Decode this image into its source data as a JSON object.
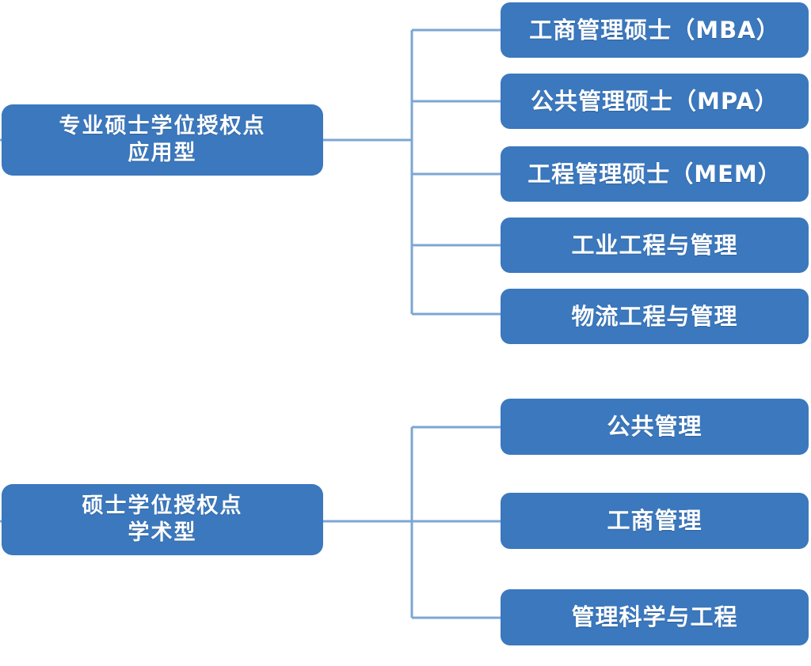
{
  "theme": {
    "box_fill": "#3B78BE",
    "box_text": "#FFFFFF",
    "connector": "#7BA7D3",
    "background": "#FFFFFF"
  },
  "groups": [
    {
      "id": "professional",
      "parent": {
        "label": "专业硕士学位授权点\n应用型",
        "line1": "专业硕士学位授权点",
        "line2": "应用型"
      },
      "children": [
        {
          "id": "mba",
          "label": "工商管理硕士（MBA）"
        },
        {
          "id": "mpa",
          "label": "公共管理硕士（MPA）"
        },
        {
          "id": "mem",
          "label": "工程管理硕士（MEM）"
        },
        {
          "id": "ie",
          "label": "工业工程与管理"
        },
        {
          "id": "log",
          "label": "物流工程与管理"
        }
      ]
    },
    {
      "id": "academic",
      "parent": {
        "label": "硕士学位授权点\n学术型",
        "line1": "硕士学位授权点",
        "line2": "学术型"
      },
      "children": [
        {
          "id": "pa",
          "label": "公共管理"
        },
        {
          "id": "ba",
          "label": "工商管理"
        },
        {
          "id": "mse",
          "label": "管理科学与工程"
        }
      ]
    }
  ]
}
